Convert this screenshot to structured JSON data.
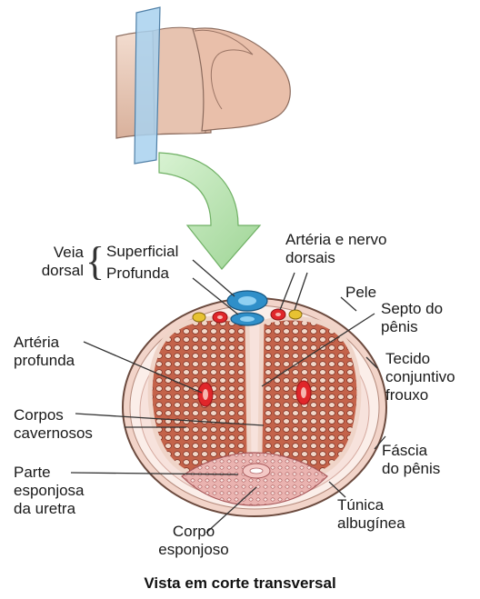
{
  "labels": {
    "veia_dorsal": "Veia\ndorsal",
    "superficial": "Superficial",
    "profunda": "Profunda",
    "arteria_nervo_dorsais": "Artéria e nervo\ndorsais",
    "pele": "Pele",
    "septo_penis": "Septo do\npênis",
    "arteria_profunda": "Artéria\nprofunda",
    "tecido_conjuntivo": "Tecido\nconjuntivo\nfrouxo",
    "corpos_cavernosos": "Corpos\ncavernosos",
    "fascia_penis": "Fáscia\ndo pênis",
    "parte_esponjosa": "Parte\nesponjosa\nda uretra",
    "tunica_albuginea": "Túnica\nalbugínea",
    "corpo_esponjoso": "Corpo\nesponjoso"
  },
  "caption": "Vista em corte transversal",
  "colors": {
    "skin_outer": "#e8c7b4",
    "cavernous_fill": "#c96a4a",
    "tunica": "#f6e1dc",
    "artery_red": "#e0262a",
    "vein_blue": "#2f8fc9",
    "nerve_yellow": "#e7c232",
    "arrow_green": "#b9e3b0",
    "plane_blue": "#a8d1ee"
  }
}
